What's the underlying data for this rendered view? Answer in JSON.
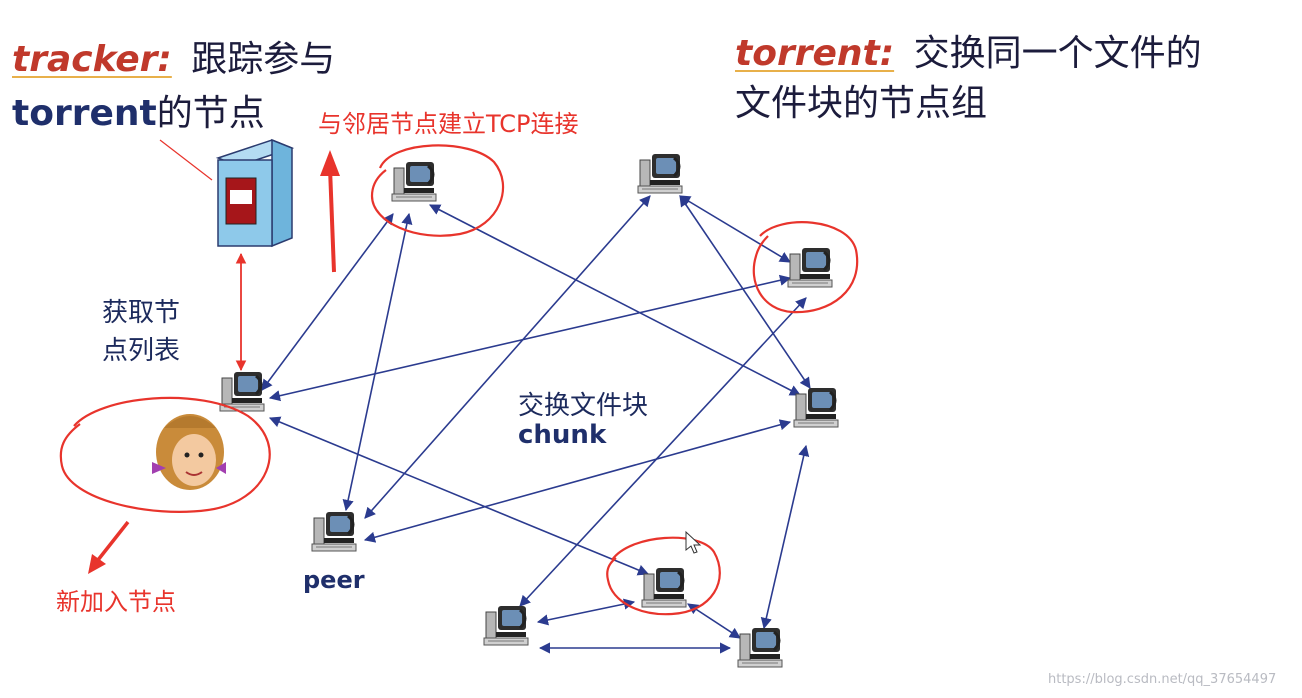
{
  "tracker_title": {
    "keyword": "tracker:",
    "rest_line1": "跟踪参与",
    "line2_bold": "torrent",
    "line2_rest": "的节点"
  },
  "torrent_title": {
    "keyword": "torrent:",
    "rest_line1": "交换同一个文件的",
    "line2": "文件块的节点组"
  },
  "annotations": {
    "tcp_note": "与邻居节点建立TCP连接",
    "get_list_line1": "获取节",
    "get_list_line2": "点列表",
    "exchange_zh": "交换文件块",
    "exchange_en": "chunk",
    "peer_label": "peer",
    "new_node": "新加入节点"
  },
  "watermark": "https://blog.csdn.net/qq_37654497",
  "colors": {
    "edge": "#2b3b8f",
    "highlight": "#e8342c",
    "server": "#8ec9ea"
  },
  "icons": [
    "tracker-server-icon",
    "peer-computer-icon",
    "new-user-icon",
    "mouse-cursor-icon"
  ]
}
